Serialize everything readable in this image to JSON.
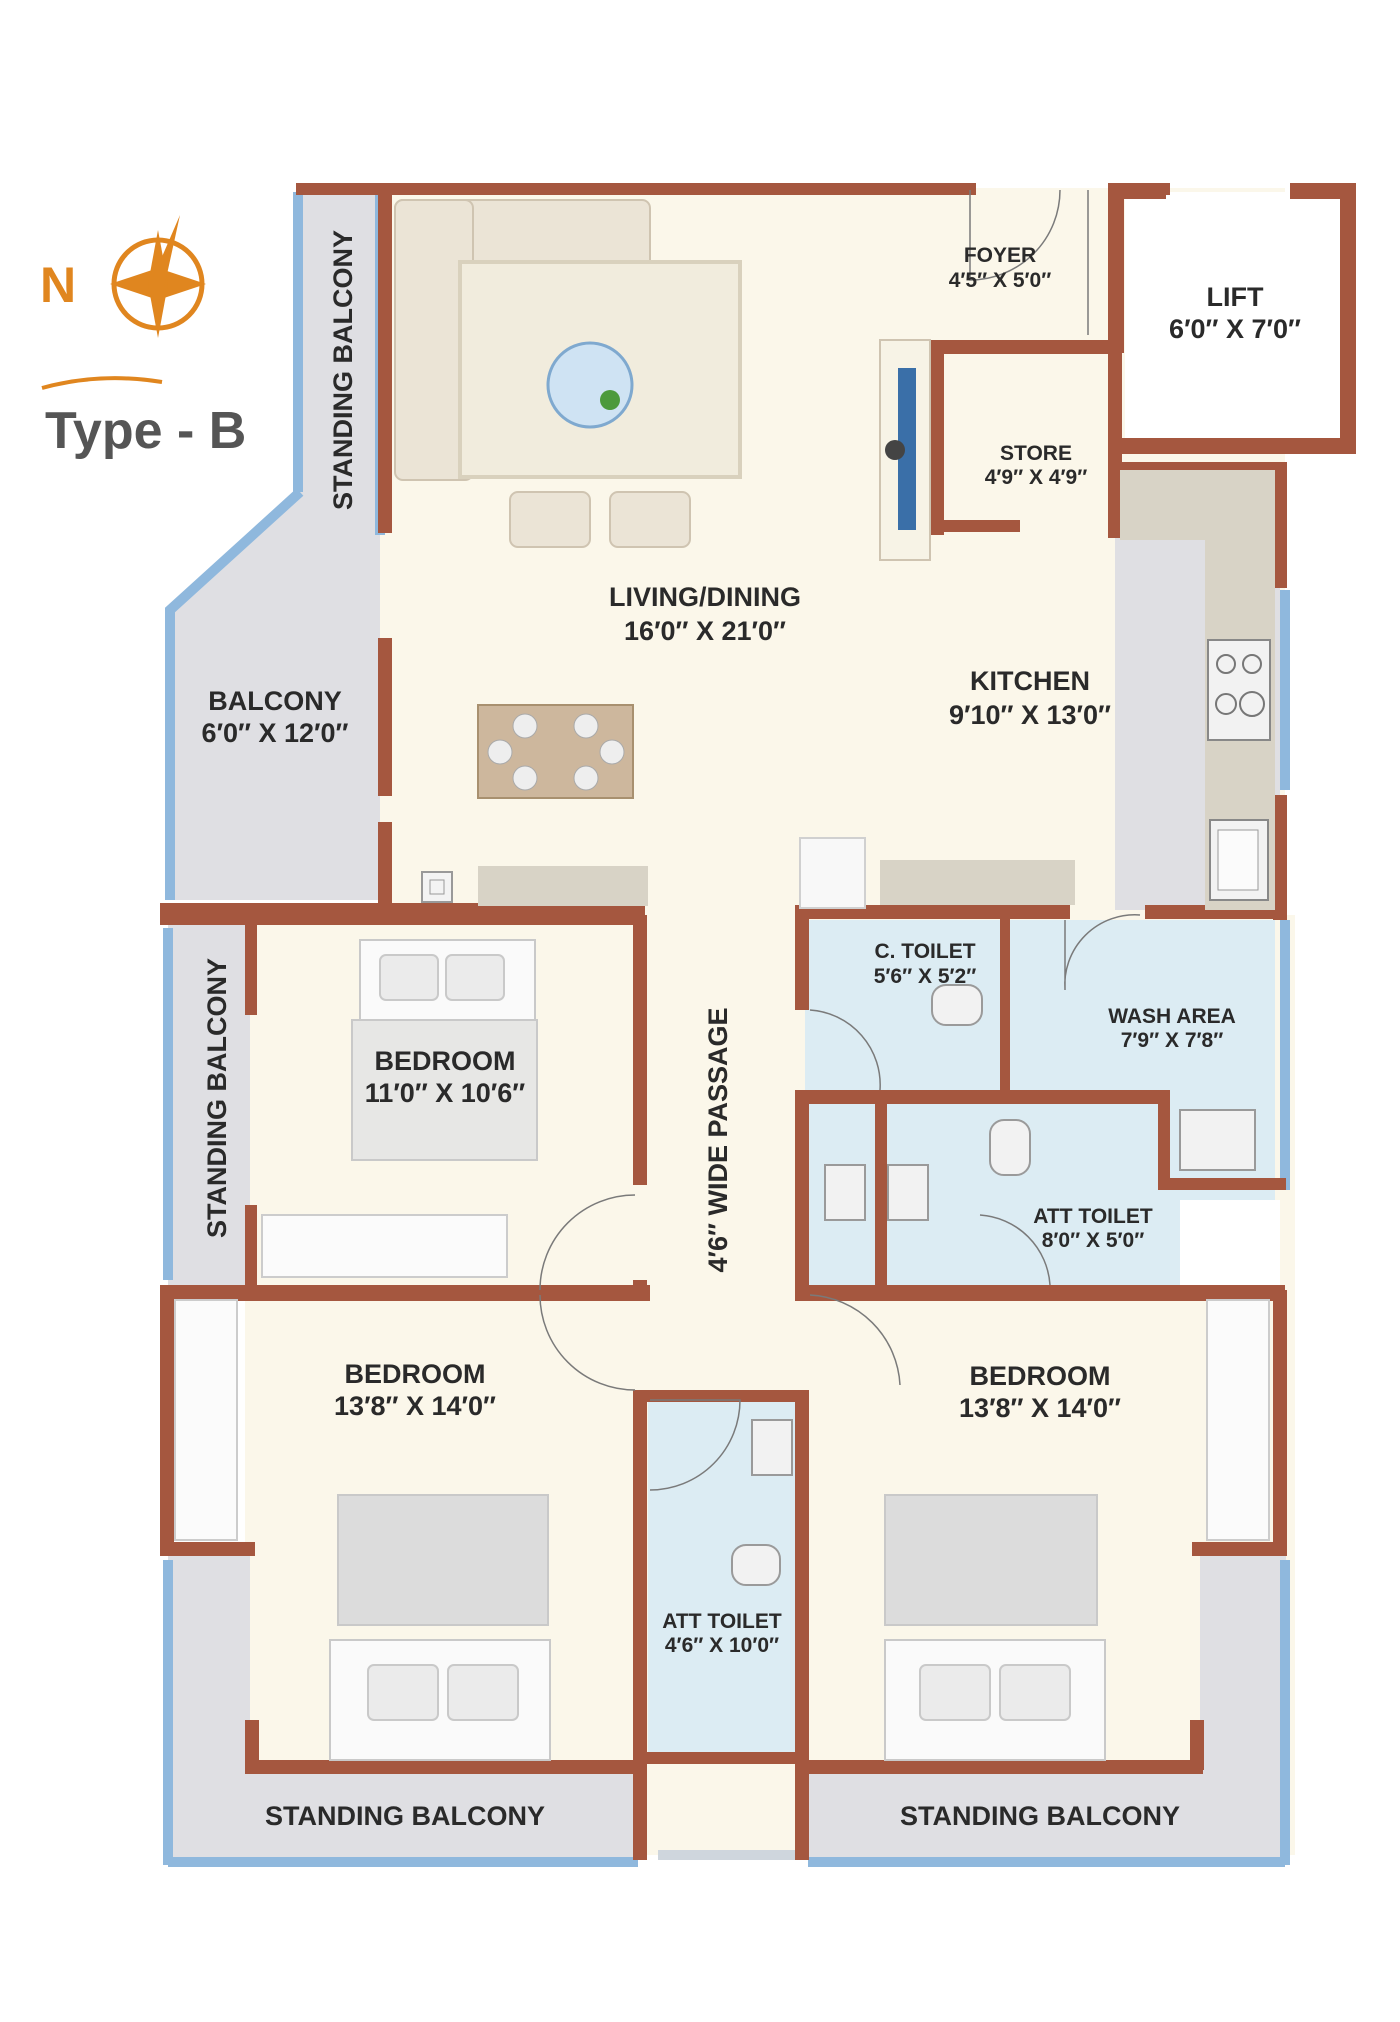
{
  "title": "Type - B",
  "north_label": "N",
  "colors": {
    "wall": "#a5573f",
    "floor": "#fbf7ea",
    "balcony": "#dfdfe3",
    "wet_area": "#dcecf3",
    "glass": "#8fb8dd",
    "accent": "#e0861f",
    "counter": "#d8d3c6"
  },
  "rooms": {
    "living_dining": {
      "name": "LIVING/DINING",
      "size": "16′0″ X 21′0″"
    },
    "kitchen": {
      "name": "KITCHEN",
      "size": "9′10″ X 13′0″"
    },
    "foyer": {
      "name": "FOYER",
      "size": "4′5″ X 5′0″"
    },
    "lift": {
      "name": "LIFT",
      "size": "6′0″ X 7′0″"
    },
    "store": {
      "name": "STORE",
      "size": "4′9″ X 4′9″"
    },
    "balcony": {
      "name": "BALCONY",
      "size": "6′0″ X 12′0″"
    },
    "bedroom_1": {
      "name": "BEDROOM",
      "size": "11′0″ X 10′6″"
    },
    "bedroom_2": {
      "name": "BEDROOM",
      "size": "13′8″ X 14′0″"
    },
    "bedroom_3": {
      "name": "BEDROOM",
      "size": "13′8″ X 14′0″"
    },
    "c_toilet": {
      "name": "C. TOILET",
      "size": "5′6″ X 5′2″"
    },
    "wash_area": {
      "name": "WASH AREA",
      "size": "7′9″ X 7′8″"
    },
    "att_toilet_1": {
      "name": "ATT TOILET",
      "size": "8′0″ X 5′0″"
    },
    "att_toilet_2": {
      "name": "ATT TOILET",
      "size": "4′6″ X 10′0″"
    },
    "passage": {
      "name": "4′6″ WIDE PASSAGE"
    },
    "standing_balcony_top": {
      "name": "STANDING BALCONY"
    },
    "standing_balcony_left": {
      "name": "STANDING BALCONY"
    },
    "standing_balcony_bottom_left": {
      "name": "STANDING BALCONY"
    },
    "standing_balcony_bottom_right": {
      "name": "STANDING BALCONY"
    }
  }
}
